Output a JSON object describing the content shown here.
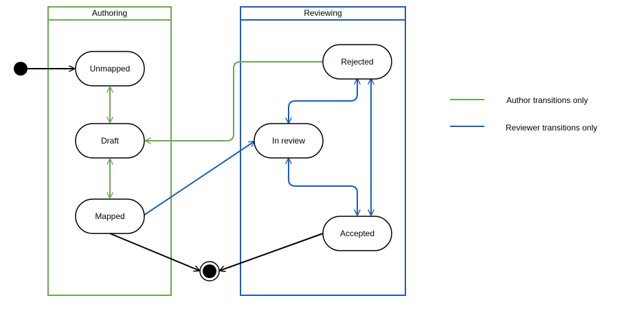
{
  "colors": {
    "author": "#6aa84f",
    "reviewer": "#1c5bbf",
    "neutral": "#000000"
  },
  "lanes": {
    "authoring": "Authoring",
    "reviewing": "Reviewing"
  },
  "states": {
    "unmapped": "Unmapped",
    "draft": "Draft",
    "mapped": "Mapped",
    "in_review": "In review",
    "rejected": "Rejected",
    "accepted": "Accepted"
  },
  "legend": {
    "author": "Author transitions only",
    "reviewer": "Reviewer transitions only"
  }
}
